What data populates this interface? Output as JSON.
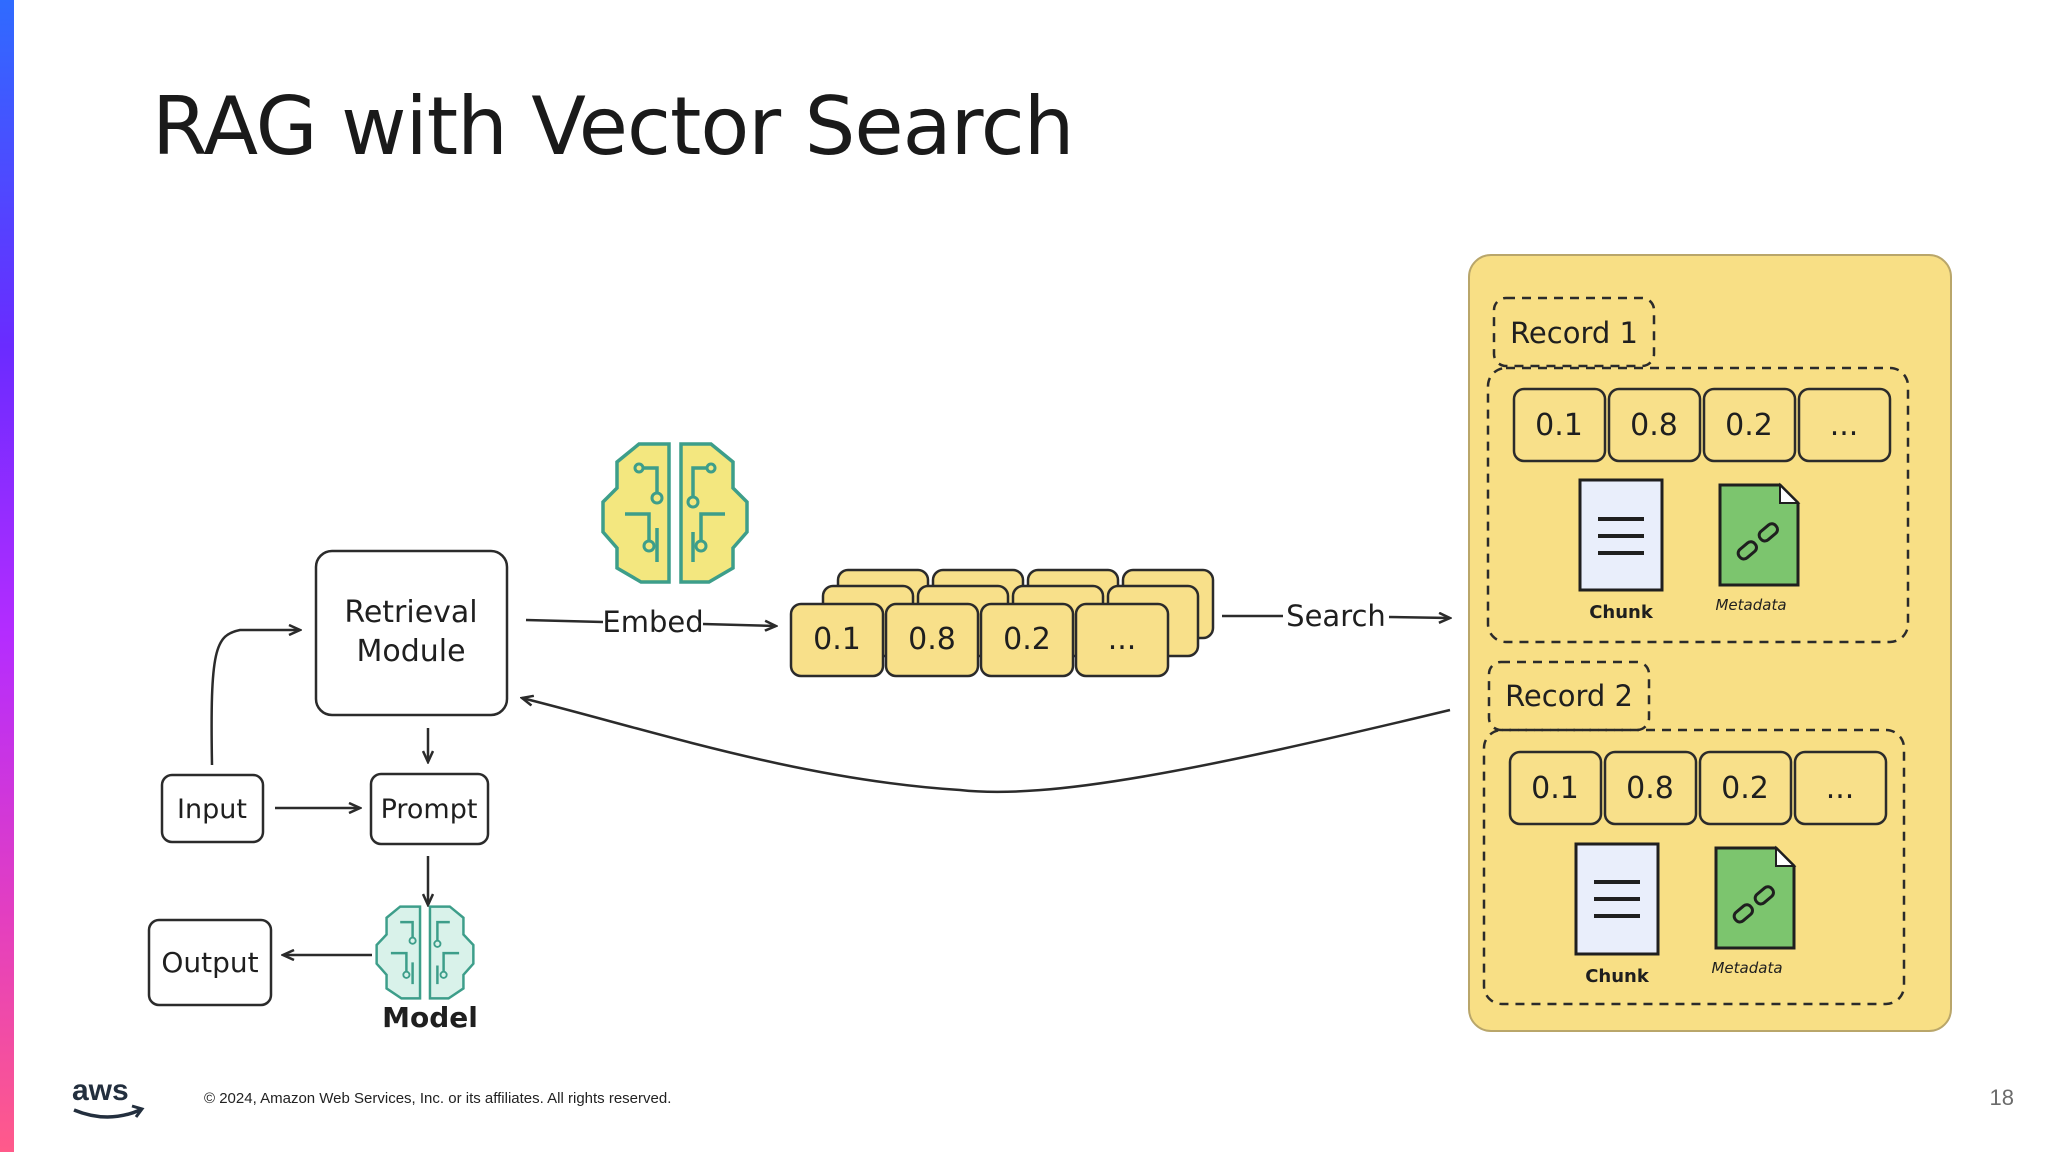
{
  "slide": {
    "title": "RAG with Vector Search",
    "footer_copyright": "© 2024, Amazon Web Services, Inc. or its affiliates. All rights reserved.",
    "page_number": "18",
    "logo_text": "aws"
  },
  "diagram": {
    "retrieval_module": [
      "Retrieval",
      "Module"
    ],
    "input_label": "Input",
    "prompt_label": "Prompt",
    "output_label": "Output",
    "model_label": "Model",
    "embed_label": "Embed",
    "search_label": "Search",
    "vector_values": [
      "0.1",
      "0.8",
      "0.2",
      "..."
    ],
    "records": [
      {
        "title": "Record 1",
        "values": [
          "0.1",
          "0.8",
          "0.2",
          "..."
        ],
        "chunk_label": "Chunk",
        "metadata_label": "Metadata"
      },
      {
        "title": "Record 2",
        "values": [
          "0.1",
          "0.8",
          "0.2",
          "..."
        ],
        "chunk_label": "Chunk",
        "metadata_label": "Metadata"
      }
    ],
    "icons": {
      "brain_embed": "circuit-brain-icon",
      "brain_model": "circuit-brain-icon",
      "chunk": "document-icon",
      "metadata": "link-document-icon"
    }
  },
  "colors": {
    "vector_fill": "#f8e08a",
    "store_fill": "#f8df85",
    "brain_embed_fill": "#f3e77f",
    "brain_embed_stroke": "#3d9e8a",
    "brain_model_fill": "#d9f2ea",
    "metadata_fill": "#7cc56e",
    "chunk_fill": "#e9eefb"
  }
}
